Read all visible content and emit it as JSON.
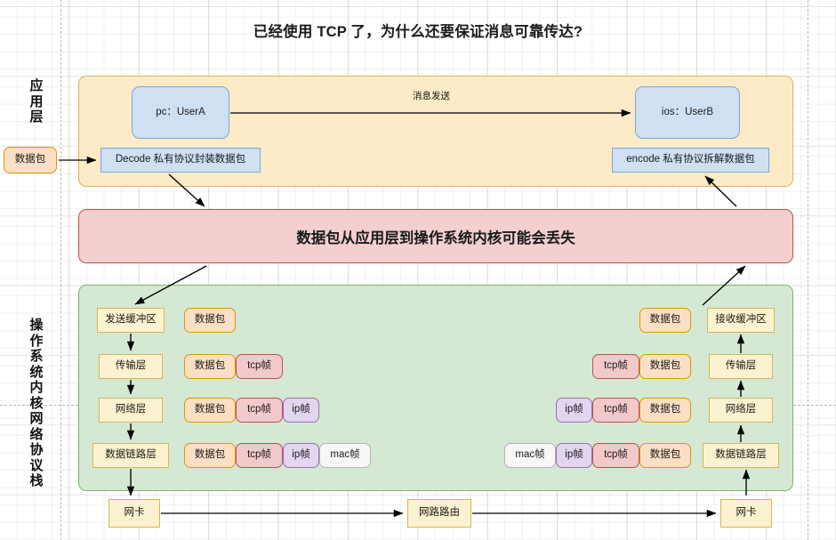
{
  "title": "已经使用 TCP 了，为什么还要保证消息可靠传达?",
  "labels": {
    "application_layer": "应用\n层",
    "application_layer_chars": [
      "应",
      "用",
      "层"
    ],
    "kernel_stack_chars": [
      "操",
      "作",
      "系",
      "统",
      "内",
      "核",
      "网",
      "络",
      "协",
      "议",
      "栈"
    ]
  },
  "application": {
    "left_packet": "数据包",
    "user_a": "pc：UserA",
    "user_b": "ios：UserB",
    "message_arrow_label": "消息发送",
    "encode_left": "Decode 私有协议封装数据包",
    "encode_right": "encode 私有协议拆解数据包"
  },
  "warning": {
    "text": "数据包从应用层到操作系统内核可能会丢失"
  },
  "kernel": {
    "send_buffer": "发送缓冲区",
    "recv_buffer": "接收缓冲区",
    "layers_left": [
      "传输层",
      "网络层",
      "数据链路层"
    ],
    "layers_right": [
      "传输层",
      "网络层",
      "数据链路层"
    ],
    "packets_left": [
      [
        "数据包"
      ],
      [
        "数据包",
        "tcp帧"
      ],
      [
        "数据包",
        "tcp帧",
        "ip帧"
      ],
      [
        "数据包",
        "tcp帧",
        "ip帧",
        "mac帧"
      ]
    ],
    "packets_right": [
      [
        "数据包"
      ],
      [
        "tcp帧",
        "数据包"
      ],
      [
        "ip帧",
        "tcp帧",
        "数据包"
      ],
      [
        "mac帧",
        "ip帧",
        "tcp帧",
        "数据包"
      ]
    ]
  },
  "bottom": {
    "nic_left": "网卡",
    "router": "网路路由",
    "nic_right": "网卡"
  },
  "colors": {
    "app_container_fill": "#fdebc8",
    "app_container_stroke": "#d6b656",
    "warn_fill": "#f4cfcf",
    "warn_stroke": "#b85450",
    "kernel_fill": "#d5e8d4",
    "kernel_stroke": "#82b366",
    "blue_fill": "#cfe0f3",
    "blue_stroke": "#7ea6d9",
    "orange_fill": "#fbdfc4",
    "orange_stroke": "#d79b00",
    "pink_fill": "#f2c9cb",
    "pink_stroke": "#b85450",
    "purple_fill": "#e1d5f0",
    "purple_stroke": "#9673a6",
    "yellow_fill": "#fdf2cf",
    "yellow_stroke": "#d6b656",
    "white_fill": "#f7f7f7",
    "white_stroke": "#b3b3b3"
  }
}
